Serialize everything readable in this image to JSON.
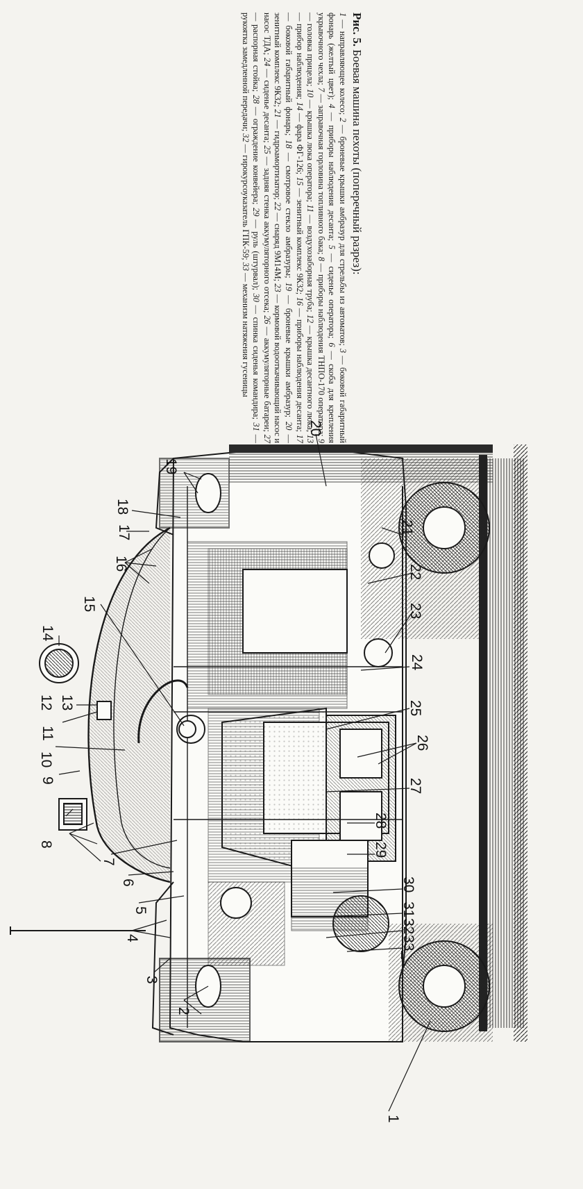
{
  "caption": {
    "fig_label": "Рис. 5.",
    "title": "Боевая машина пехоты (поперечный разрез):",
    "items": [
      {
        "n": "1",
        "text": "направляющее колесо"
      },
      {
        "n": "2",
        "text": "броневые крышки амбразур для стрельбы из автоматов"
      },
      {
        "n": "3",
        "text": "боковой габаритный фонарь (желтый цвет)"
      },
      {
        "n": "4",
        "text": "приборы наблюдения десанта"
      },
      {
        "n": "5",
        "text": "сиденье оператора"
      },
      {
        "n": "6",
        "text": "скоба для крепления укрывочного чехла"
      },
      {
        "n": "7",
        "text": "заправочная горловина топливного бака"
      },
      {
        "n": "8",
        "text": "приборы наблюдения ТНПО-170 оператора"
      },
      {
        "n": "9",
        "text": "головка прицела"
      },
      {
        "n": "10",
        "text": "крышка люка оператора"
      },
      {
        "n": "11",
        "text": "воздухозаборная труба"
      },
      {
        "n": "12",
        "text": "крышка десантного люка"
      },
      {
        "n": "13",
        "text": "прибор наблюдения"
      },
      {
        "n": "14",
        "text": "фара ФГ-126"
      },
      {
        "n": "15",
        "text": "зенитный комплекс 9К32"
      },
      {
        "n": "16",
        "text": "приборы наблюдения десанта"
      },
      {
        "n": "17",
        "text": "боковой габаритный фонарь"
      },
      {
        "n": "18",
        "text": "смотровое стекло амбразуры"
      },
      {
        "n": "19",
        "text": "броневые крышки амбразур"
      },
      {
        "n": "20",
        "text": "зенитный комплекс 9К32"
      },
      {
        "n": "21",
        "text": "гидроамортизатор"
      },
      {
        "n": "22",
        "text": "снаряд 9М14М"
      },
      {
        "n": "23",
        "text": "кормовой водооткачивающий насос и насос ТДА"
      },
      {
        "n": "24",
        "text": "сиденье десанта"
      },
      {
        "n": "25",
        "text": "задняя стенка аккумуляторного отсека"
      },
      {
        "n": "26",
        "text": "аккумуляторные батареи"
      },
      {
        "n": "27",
        "text": "распорная стойка"
      },
      {
        "n": "28",
        "text": "ограждение конвейера"
      },
      {
        "n": "29",
        "text": "руль (штурвал)"
      },
      {
        "n": "30",
        "text": "спинка сиденья командира"
      },
      {
        "n": "31",
        "text": "рукоятка замедленной передачи"
      },
      {
        "n": "32",
        "text": "гирокурсоуказатель ГПК-59"
      },
      {
        "n": "33",
        "text": "механизм натяжения гусеницы"
      }
    ]
  },
  "callouts": {
    "l1": "1",
    "l2": "2",
    "l3": "3",
    "l4": "4",
    "l5": "5",
    "l6": "6",
    "l7": "7",
    "l8": "8",
    "l9": "9",
    "l10": "10",
    "l11": "11",
    "l12": "12",
    "l13": "13",
    "l14": "14",
    "l15": "15",
    "l16": "16",
    "l17": "17",
    "l18": "18",
    "l19": "19",
    "l20": "20",
    "l21": "21",
    "l22": "22",
    "l23": "23",
    "l24": "24",
    "l25": "25",
    "l26": "26",
    "l27": "27",
    "l28": "28",
    "l29": "29",
    "l30": "30",
    "l31": "31",
    "l32": "32",
    "l33": "33_"
  },
  "colors": {
    "ink": "#1a1a1a",
    "paper": "#f4f3ef"
  }
}
